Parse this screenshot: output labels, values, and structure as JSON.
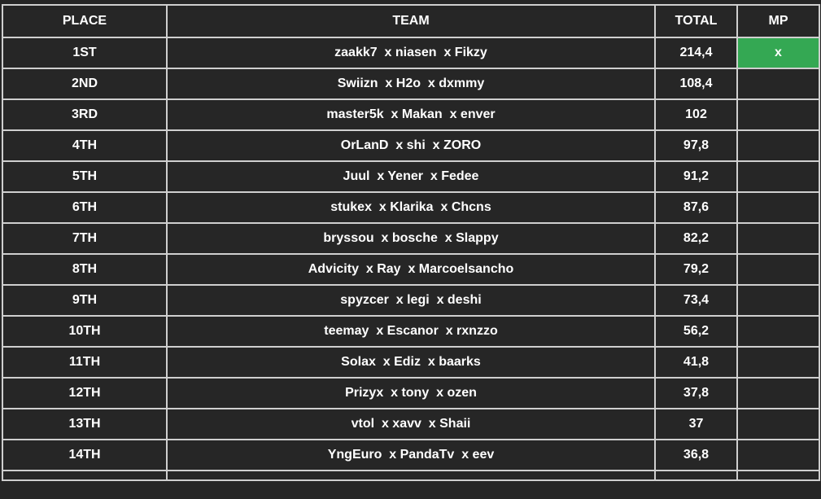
{
  "headers": {
    "place": "PLACE",
    "team": "TEAM",
    "total": "TOTAL",
    "mp": "MP"
  },
  "rows": [
    {
      "place": "1ST",
      "team": "zaakk7  x niasen  x Fikzy",
      "total": "214,4",
      "mp": "x"
    },
    {
      "place": "2ND",
      "team": "Swiizn  x H2o  x dxmmy",
      "total": "108,4",
      "mp": ""
    },
    {
      "place": "3RD",
      "team": "master5k  x Makan  x enver",
      "total": "102",
      "mp": ""
    },
    {
      "place": "4TH",
      "team": "OrLanD  x shi  x ZORO",
      "total": "97,8",
      "mp": ""
    },
    {
      "place": "5TH",
      "team": "Juul  x Yener  x Fedee",
      "total": "91,2",
      "mp": ""
    },
    {
      "place": "6TH",
      "team": "stukex  x Klarika  x Chcns",
      "total": "87,6",
      "mp": ""
    },
    {
      "place": "7TH",
      "team": "bryssou  x bosche  x Slappy",
      "total": "82,2",
      "mp": ""
    },
    {
      "place": "8TH",
      "team": "Advicity  x Ray  x Marcoelsancho",
      "total": "79,2",
      "mp": ""
    },
    {
      "place": "9TH",
      "team": "spyzcer  x legi  x deshi",
      "total": "73,4",
      "mp": ""
    },
    {
      "place": "10TH",
      "team": "teemay  x Escanor  x rxnzzo",
      "total": "56,2",
      "mp": ""
    },
    {
      "place": "11TH",
      "team": "Solax  x Ediz  x baarks",
      "total": "41,8",
      "mp": ""
    },
    {
      "place": "12TH",
      "team": "Prizyx  x tony  x ozen",
      "total": "37,8",
      "mp": ""
    },
    {
      "place": "13TH",
      "team": "vtol  x xavv  x Shaii",
      "total": "37",
      "mp": ""
    },
    {
      "place": "14TH",
      "team": "YngEuro  x PandaTv  x eev",
      "total": "36,8",
      "mp": ""
    }
  ],
  "colors": {
    "background": "#262626",
    "border": "#cfcfcf",
    "match_point": "#34a853",
    "text": "#ffffff"
  }
}
